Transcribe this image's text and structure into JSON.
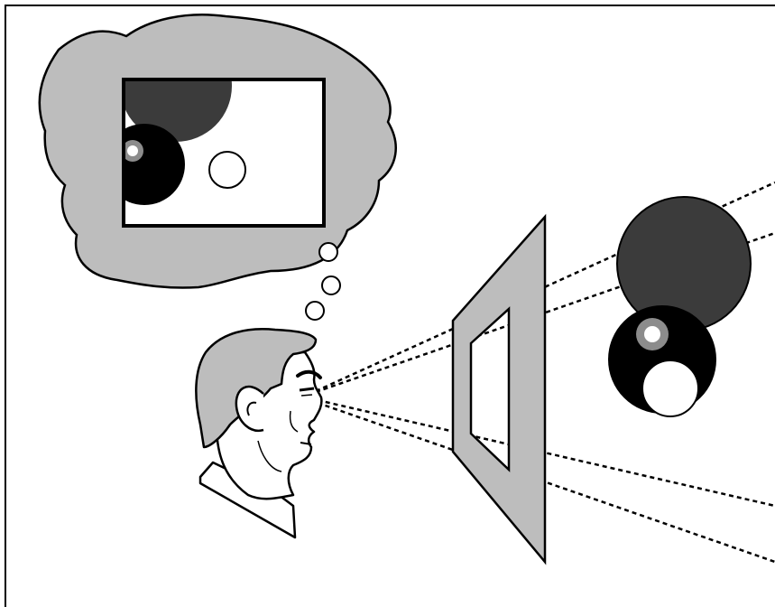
{
  "illustration": {
    "subjects": [
      "thought-bubble",
      "imagined-scene",
      "viewer-head",
      "viewing-frame",
      "observed-spheres"
    ],
    "colors": {
      "ink": "#000000",
      "paper": "#ffffff",
      "light_gray": "#bdbdbd",
      "dark_gray": "#3b3b3b",
      "mid_gray": "#8c8c8c",
      "frame_border": "#000000"
    },
    "objects": {
      "imagined_circles": [
        "dark-gray-circle",
        "black-circle-with-highlight",
        "white-circle"
      ],
      "real_spheres": [
        "dark-gray-sphere",
        "black-sphere-with-highlight",
        "white-sphere"
      ]
    }
  }
}
